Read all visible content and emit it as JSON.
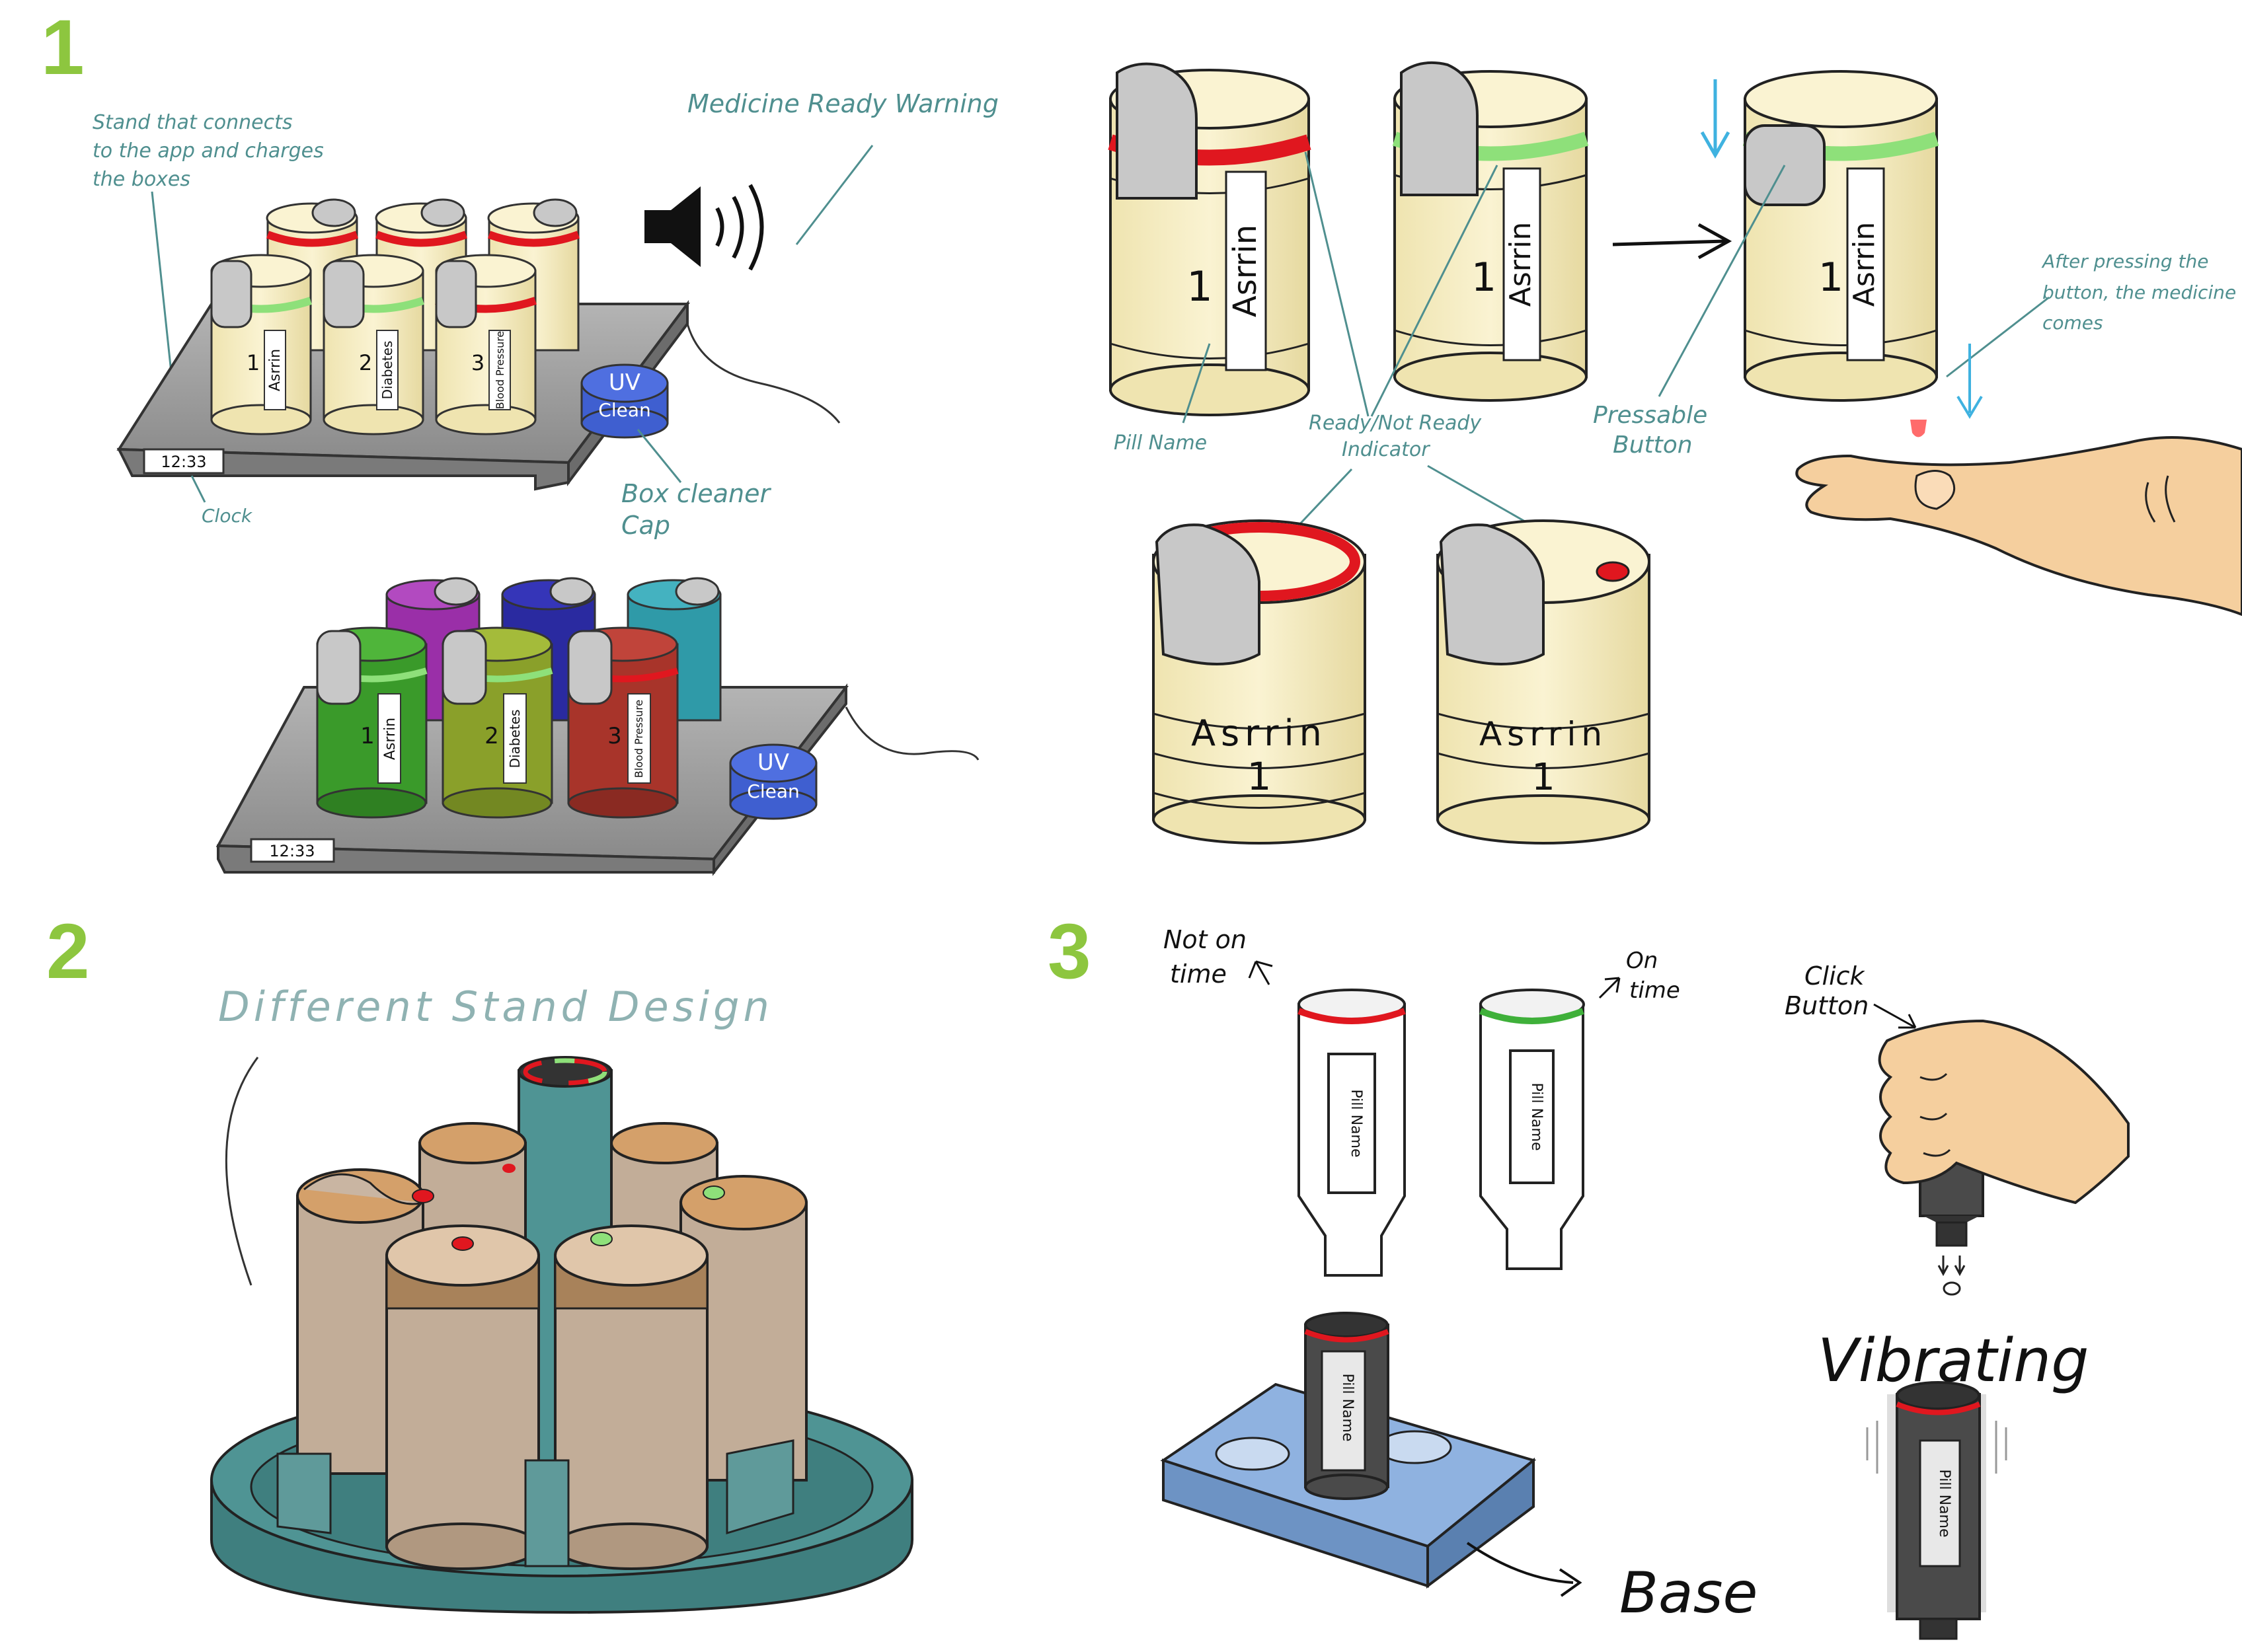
{
  "sections": {
    "one": "1",
    "two": "2",
    "three": "3"
  },
  "colors": {
    "section_number": "#8dc63f",
    "annotation": "#4f8f8f",
    "box_body": "#f7efc6",
    "cap": "#c8c8c8",
    "ready": "#8ee07a",
    "not_ready": "#e0171f",
    "uv_button": "#4f6fe0",
    "tray": "#9a9a9a",
    "stand_teal": "#3f7f7f",
    "pill_box": "#c2ad98"
  },
  "icons": {
    "speaker": "speaker-icon",
    "hand": "hand-icon"
  },
  "s1": {
    "stand_label": [
      "Stand that connects",
      "to the app and charges",
      "the boxes"
    ],
    "warning_label": "Medicine Ready Warning",
    "clock_time": "12:33",
    "clock_label": "Clock",
    "uv_line1": "UV",
    "uv_line2": "Clean",
    "cleaner_label": [
      "Box cleaner",
      "Cap"
    ],
    "boxes": [
      {
        "number": "1",
        "name": "Asrrin"
      },
      {
        "number": "2",
        "name": "Diabetes"
      },
      {
        "number": "3",
        "name": "Blood Pressure"
      }
    ],
    "boxes_color": [
      {
        "number": "1",
        "name": "Asrrin"
      },
      {
        "number": "2",
        "name": "Diabetes"
      },
      {
        "number": "3",
        "name": "Blood Pressure"
      }
    ],
    "clock_time_2": "12:33",
    "uv_line1_2": "UV",
    "uv_line2_2": "Clean",
    "detail": {
      "number": "1",
      "name": "Asrrin",
      "pill_name_label": "Pill Name",
      "indicator_label": [
        "Ready/Not Ready",
        "Indicator"
      ],
      "button_label": [
        "Pressable",
        "Button"
      ],
      "after_label": [
        "After pressing the",
        "button, the medicine",
        "comes"
      ]
    }
  },
  "s2": {
    "title": "Different Stand Design"
  },
  "s3": {
    "not_on_time": [
      "Not on",
      "time"
    ],
    "on_time": [
      "On",
      "time"
    ],
    "pill_name": "Pill Name",
    "click_button": [
      "Click",
      "Button"
    ],
    "vibrating": "Vibrating",
    "base": "Base"
  }
}
